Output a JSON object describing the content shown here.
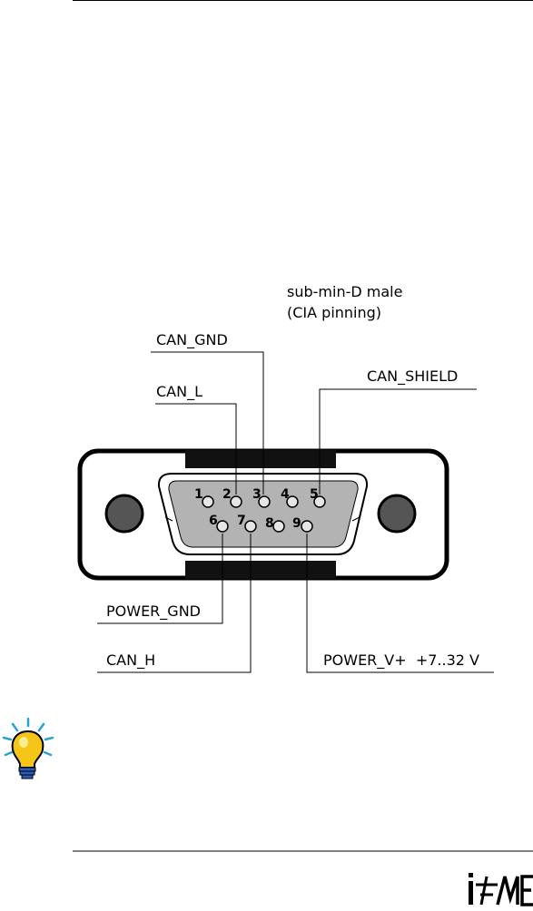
{
  "connector": {
    "type_label_line1": "sub-min-D male",
    "type_label_line2": "(CIA pinning)"
  },
  "signals": {
    "can_gnd": "CAN_GND",
    "can_l": "CAN_L",
    "can_shield": "CAN_SHIELD",
    "power_gnd": "POWER_GND",
    "can_h": "CAN_H",
    "power_v": "POWER_V+  +7..32 V"
  },
  "pins": {
    "p1": "1",
    "p2": "2",
    "p3": "3",
    "p4": "4",
    "p5": "5",
    "p6": "6",
    "p7": "7",
    "p8": "8",
    "p9": "9"
  },
  "icons": {
    "tip": "lightbulb-icon",
    "logo": "ifme-logo-icon"
  },
  "logo_text": "ifME",
  "colors": {
    "line": "#000000",
    "shell_gray": "#b3b3b3",
    "bulb_yellow": "#f5c518",
    "bulb_ray": "#29a3d6",
    "bulb_base": "#2a5cb8"
  }
}
